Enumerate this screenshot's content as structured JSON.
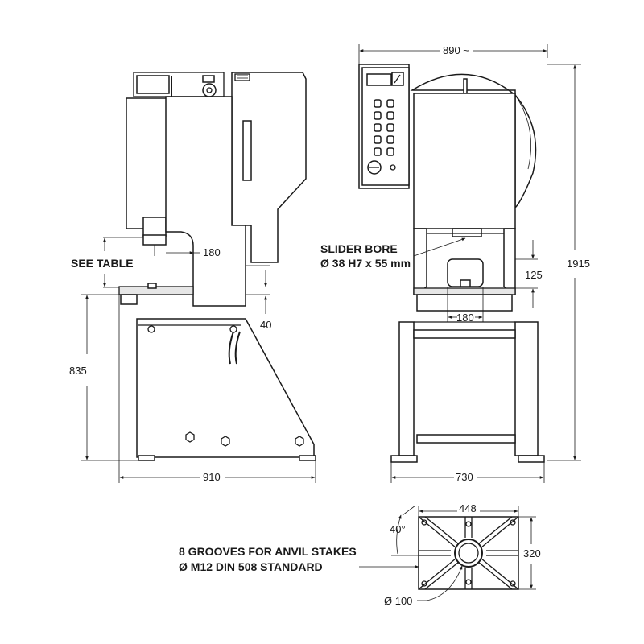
{
  "labels": {
    "see_table": "SEE TABLE",
    "slider_bore_1": "SLIDER BORE",
    "slider_bore_2": "Ø 38 H7 x 55 mm",
    "grooves_1": "8 GROOVES FOR ANVIL STAKES",
    "grooves_2": "Ø M12 DIN 508 STANDARD"
  },
  "dimensions": {
    "d890": "890 ~",
    "d1915": "1915",
    "d180_side": "180",
    "d40": "40",
    "d835": "835",
    "d910": "910",
    "d125": "125",
    "d180_front": "180",
    "d730": "730",
    "d448": "448",
    "d320": "320",
    "d40deg": "40°",
    "d100": "Ø 100"
  }
}
